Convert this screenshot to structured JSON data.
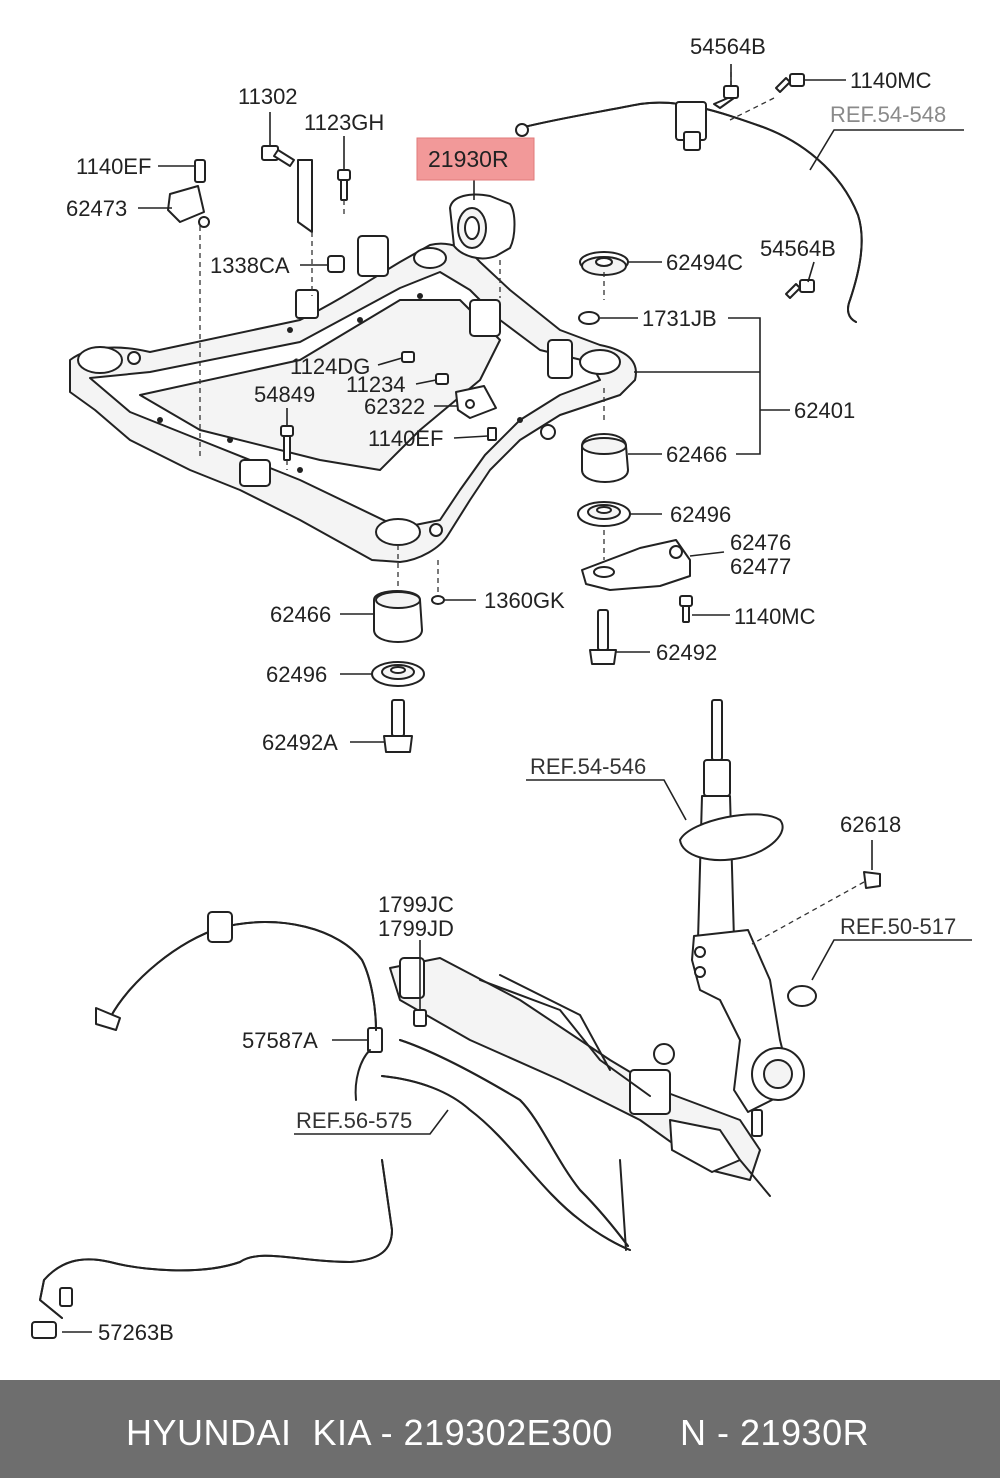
{
  "highlight": {
    "label": "21930R",
    "color": "#f29999"
  },
  "labels": {
    "l_54564B_top": "54564B",
    "l_1140MC_top": "1140MC",
    "l_11302": "11302",
    "l_1123GH": "1123GH",
    "l_1140EF_top": "1140EF",
    "l_62473": "62473",
    "l_1338CA": "1338CA",
    "l_62494C": "62494C",
    "l_54564B_mid": "54564B",
    "l_1731JB": "1731JB",
    "l_1124DG": "1124DG",
    "l_11234": "11234",
    "l_62322": "62322",
    "l_54849": "54849",
    "l_62401": "62401",
    "l_1140EF_mid": "1140EF",
    "l_62466_right": "62466",
    "l_62496_right": "62496",
    "l_62476": "62476",
    "l_62477": "62477",
    "l_62466_left": "62466",
    "l_1360GK": "1360GK",
    "l_1140MC_mid": "1140MC",
    "l_62496_left": "62496",
    "l_62492": "62492",
    "l_62492A": "62492A",
    "l_62618": "62618",
    "l_1799JC": "1799JC",
    "l_1799JD": "1799JD",
    "l_57587A": "57587A",
    "l_57263B": "57263B"
  },
  "refs": {
    "r_54_548": "REF.54-548",
    "r_54_546": "REF.54-546",
    "r_50_517": "REF.50-517",
    "r_56_575": "REF.56-575"
  },
  "colors": {
    "ref_grey": "#8a8a8a",
    "footer_bg": "#6e6e6e"
  },
  "footer": {
    "brand_part": "HYUNDAI  KIA - 219302E300",
    "oem_code": "N - 21930R"
  }
}
